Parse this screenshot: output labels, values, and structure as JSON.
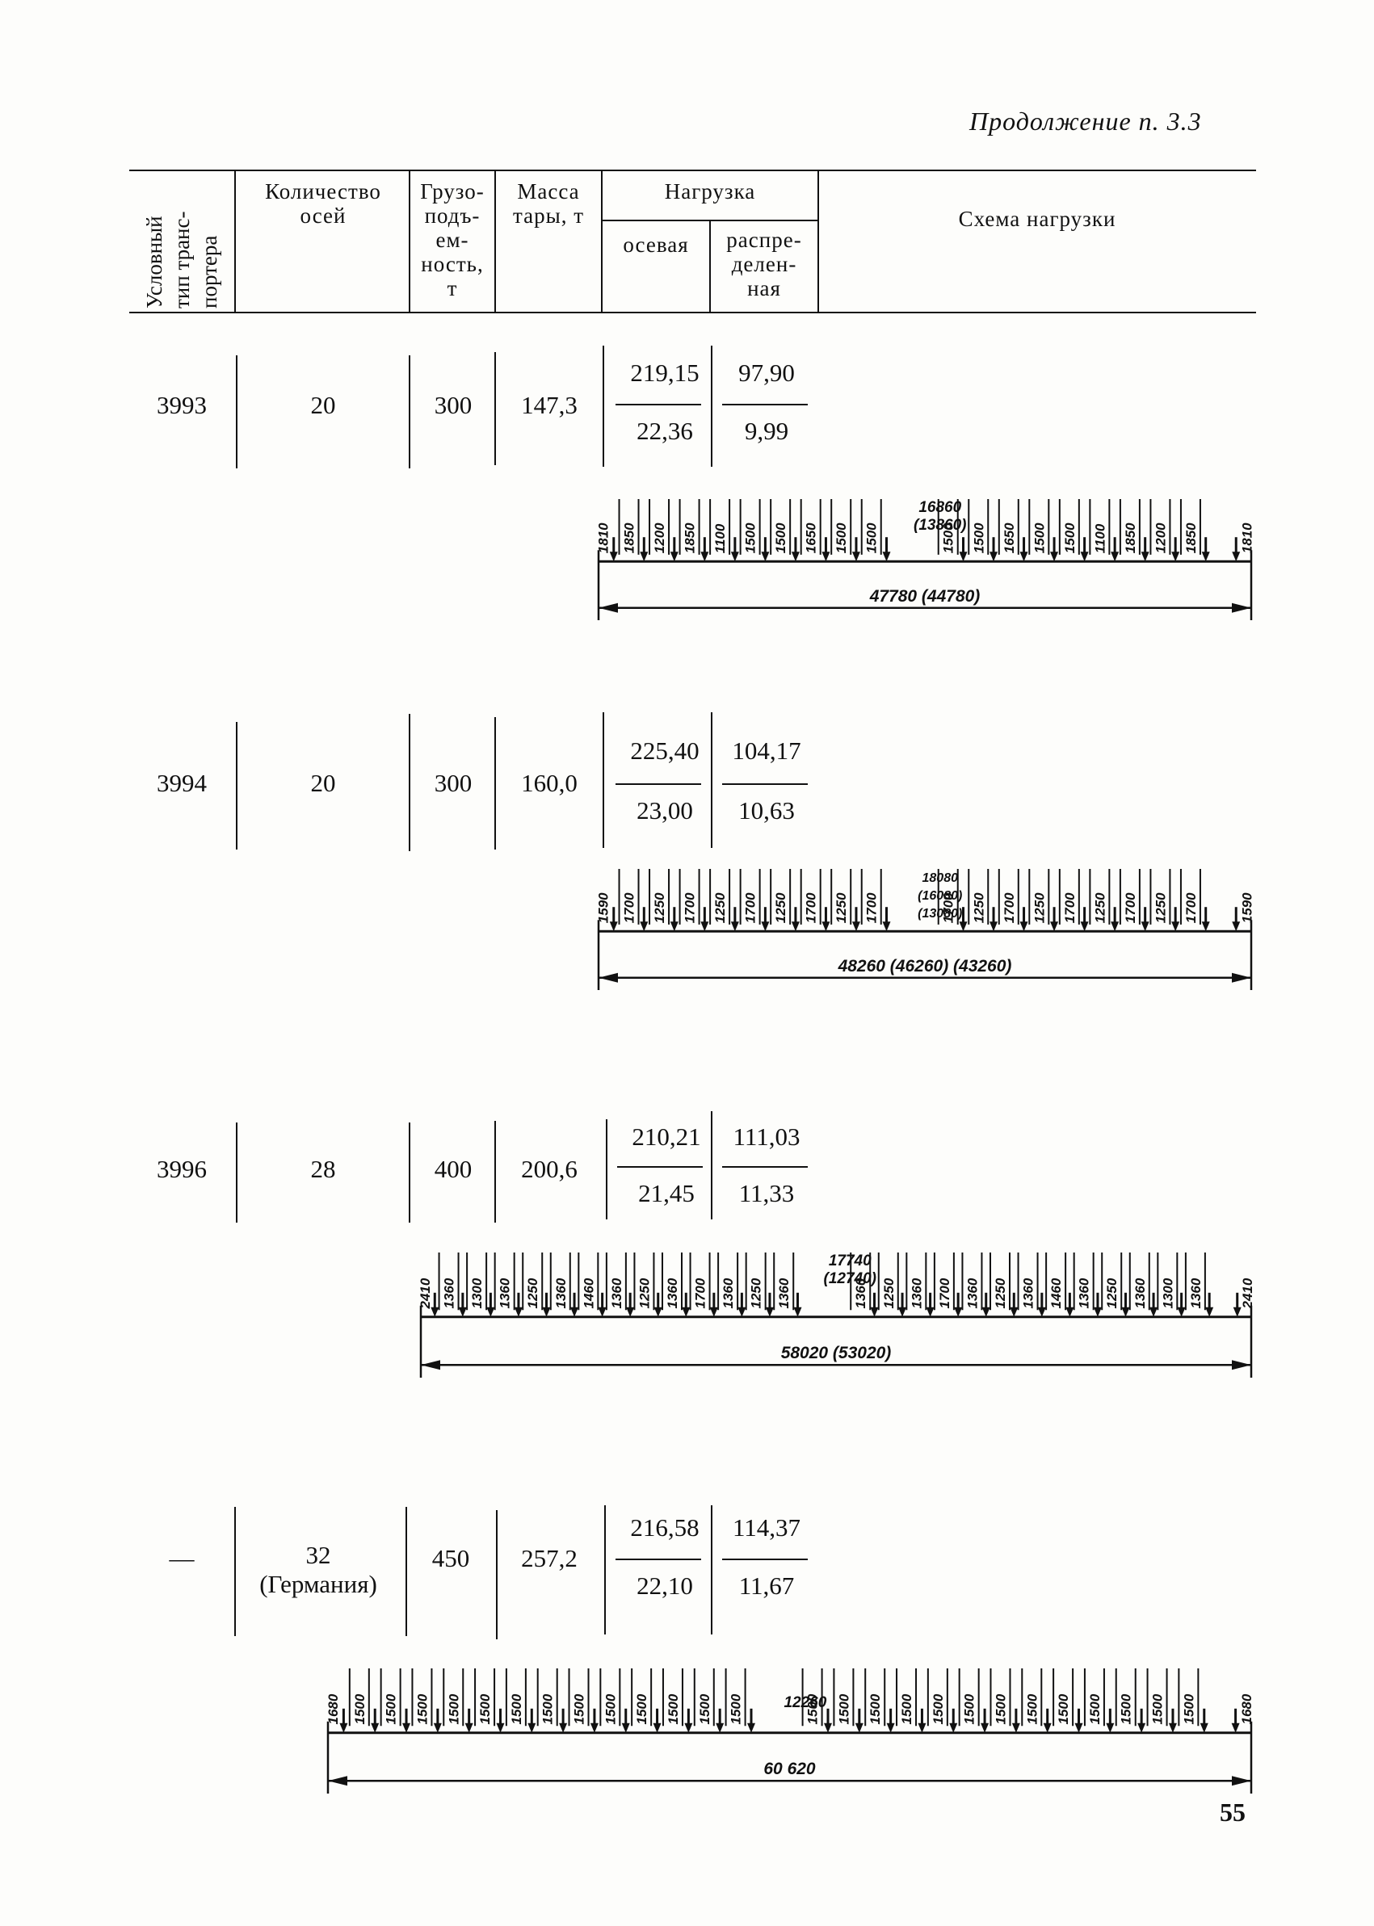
{
  "continuation": "Продолжение п. 3.3",
  "page_number": "55",
  "header": {
    "type_col": [
      "Условный",
      "тип транс-",
      "портера"
    ],
    "axles_col": [
      "Количество",
      "осей"
    ],
    "capacity_col": [
      "Грузо-",
      "подъ-",
      "ем-",
      "ность,",
      "т"
    ],
    "tare_col": [
      "Масса",
      "тары, т"
    ],
    "load_col": "Нагрузка",
    "axial_col": "осевая",
    "distributed_col": [
      "распре-",
      "делен-",
      "ная"
    ],
    "scheme_col": "Схема нагрузки"
  },
  "rows": [
    {
      "type": "3993",
      "axles": "20",
      "capacity": "300",
      "tare": "147,3",
      "axial_top": "219,15",
      "axial_bottom": "22,36",
      "dist_top": "97,90",
      "dist_bottom": "9,99",
      "scheme": {
        "left": [
          "1810",
          "1850",
          "1200",
          "1850",
          "1100",
          "1500",
          "1500",
          "1650",
          "1500",
          "1500"
        ],
        "middle": [
          "16860",
          "(13860)"
        ],
        "right": [
          "1500",
          "1500",
          "1650",
          "1500",
          "1500",
          "1100",
          "1850",
          "1200",
          "1850",
          "1810"
        ],
        "total": "47780 (44780)"
      }
    },
    {
      "type": "3994",
      "axles": "20",
      "capacity": "300",
      "tare": "160,0",
      "axial_top": "225,40",
      "axial_bottom": "23,00",
      "dist_top": "104,17",
      "dist_bottom": "10,63",
      "scheme": {
        "left": [
          "1590",
          "1700",
          "1250",
          "1700",
          "1250",
          "1700",
          "1250",
          "1700",
          "1250",
          "1700"
        ],
        "middle": [
          "18080",
          "(16080)",
          "(13080)"
        ],
        "right": [
          "1700",
          "1250",
          "1700",
          "1250",
          "1700",
          "1250",
          "1700",
          "1250",
          "1700",
          "1590"
        ],
        "total": "48260 (46260) (43260)"
      }
    },
    {
      "type": "3996",
      "axles": "28",
      "capacity": "400",
      "tare": "200,6",
      "axial_top": "210,21",
      "axial_bottom": "21,45",
      "dist_top": "111,03",
      "dist_bottom": "11,33",
      "scheme": {
        "left": [
          "2410",
          "1360",
          "1300",
          "1360",
          "1250",
          "1360",
          "1460",
          "1360",
          "1250",
          "1360",
          "1700",
          "1360",
          "1250",
          "1360"
        ],
        "middle": [
          "17740",
          "(12740)"
        ],
        "right": [
          "1360",
          "1250",
          "1360",
          "1700",
          "1360",
          "1250",
          "1360",
          "1460",
          "1360",
          "1250",
          "1360",
          "1300",
          "1360",
          "2410"
        ],
        "total": "58020 (53020)"
      }
    },
    {
      "type": "—",
      "axles": "32",
      "axles_note": "(Германия)",
      "capacity": "450",
      "tare": "257,2",
      "axial_top": "216,58",
      "axial_bottom": "22,10",
      "dist_top": "114,37",
      "dist_bottom": "11,67",
      "scheme": {
        "left": [
          "1680",
          "1500",
          "1500",
          "1500",
          "1500",
          "1500",
          "1500",
          "1500",
          "1500",
          "1500",
          "1500",
          "1500",
          "1500",
          "1500"
        ],
        "middle": [
          "12260"
        ],
        "right": [
          "1500",
          "1500",
          "1500",
          "1500",
          "1500",
          "1500",
          "1500",
          "1500",
          "1500",
          "1500",
          "1500",
          "1500",
          "1500",
          "1680"
        ],
        "total": "60 620"
      }
    }
  ]
}
